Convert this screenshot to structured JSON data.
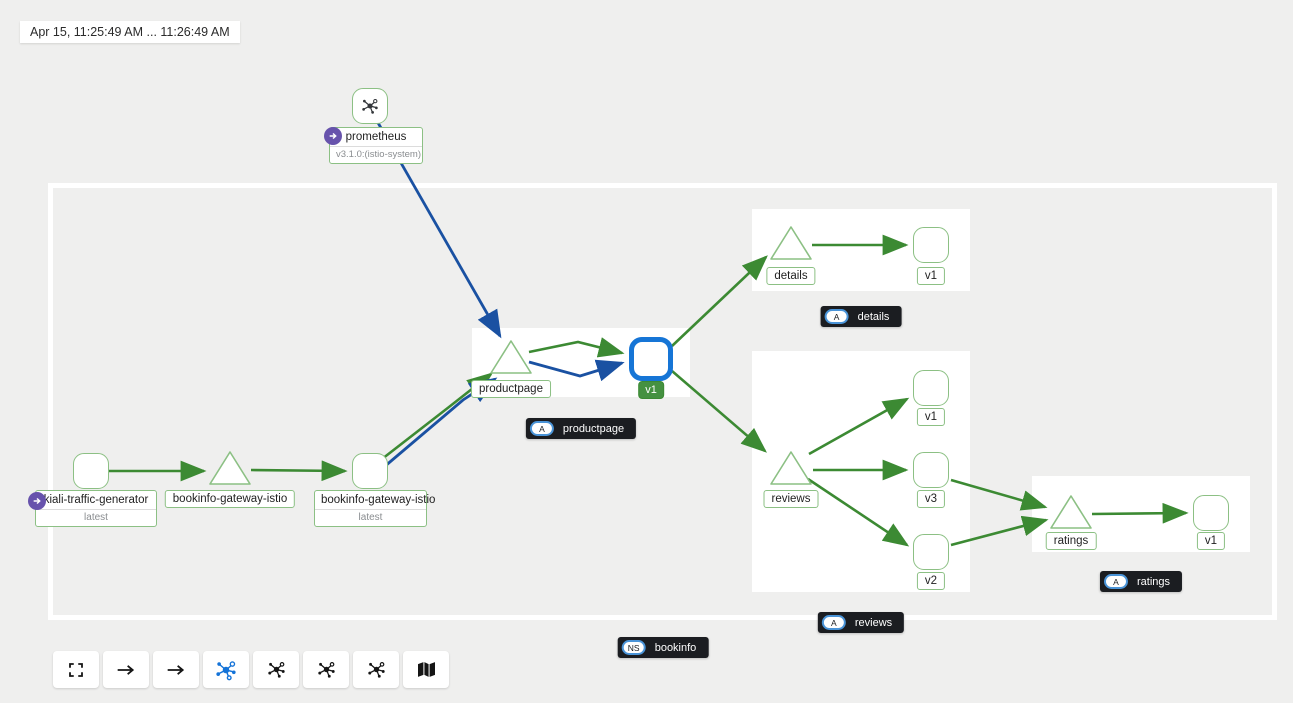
{
  "timebar": {
    "range": "Apr 15, 11:25:49 AM ... 11:26:49 AM"
  },
  "colors": {
    "background": "#efefee",
    "group_box": "#ffffff",
    "namespace_border": "#ffffff",
    "http_edge_green": "#3c8a33",
    "tcp_edge_blue": "#1a51a2",
    "node_border_green": "#8cc084",
    "selected_node_blue": "#1675d6",
    "version_label_green": "#459141",
    "root_badge_purple": "#6753ac",
    "dark_badge_bg": "#1b1d21",
    "active_toolbar_blue": "#1473d8"
  },
  "nodes": {
    "prometheus": {
      "label": "prometheus",
      "version": "v3.1.0:(istio-system)"
    },
    "kiali_traffic_generator": {
      "label": "kiali-traffic-generator",
      "version": "latest"
    },
    "gateway_service": {
      "label": "bookinfo-gateway-istio"
    },
    "gateway_workload": {
      "label": "bookinfo-gateway-istio",
      "version": "latest"
    },
    "productpage": {
      "label": "productpage",
      "version": "v1"
    },
    "details": {
      "label": "details",
      "version": "v1"
    },
    "reviews": {
      "label": "reviews",
      "versions": [
        "v1",
        "v3",
        "v2"
      ]
    },
    "ratings": {
      "label": "ratings",
      "version": "v1"
    }
  },
  "badges": {
    "details": {
      "prefix": "A",
      "label": "details"
    },
    "productpage": {
      "prefix": "A",
      "label": "productpage"
    },
    "reviews": {
      "prefix": "A",
      "label": "reviews"
    },
    "ratings": {
      "prefix": "A",
      "label": "ratings"
    },
    "namespace": {
      "prefix": "NS",
      "label": "bookinfo"
    }
  },
  "edges": [
    {
      "from": "kiali-traffic-generator",
      "to": "bookinfo-gateway-istio service",
      "protocol": "http"
    },
    {
      "from": "bookinfo-gateway-istio service",
      "to": "bookinfo-gateway-istio workload",
      "protocol": "http"
    },
    {
      "from": "bookinfo-gateway-istio workload",
      "to": "productpage app",
      "protocol": "http"
    },
    {
      "from": "bookinfo-gateway-istio workload",
      "to": "productpage app",
      "protocol": "tcp"
    },
    {
      "from": "prometheus",
      "to": "productpage app",
      "protocol": "tcp"
    },
    {
      "from": "productpage app",
      "to": "productpage v1",
      "protocol": "http"
    },
    {
      "from": "productpage app",
      "to": "productpage v1",
      "protocol": "tcp"
    },
    {
      "from": "productpage v1",
      "to": "details app",
      "protocol": "http"
    },
    {
      "from": "productpage v1",
      "to": "reviews app",
      "protocol": "http"
    },
    {
      "from": "details app",
      "to": "details v1",
      "protocol": "http"
    },
    {
      "from": "reviews app",
      "to": "reviews v1",
      "protocol": "http"
    },
    {
      "from": "reviews app",
      "to": "reviews v3",
      "protocol": "http"
    },
    {
      "from": "reviews app",
      "to": "reviews v2",
      "protocol": "http"
    },
    {
      "from": "reviews v3",
      "to": "ratings app",
      "protocol": "http"
    },
    {
      "from": "reviews v2",
      "to": "ratings app",
      "protocol": "http"
    },
    {
      "from": "ratings app",
      "to": "ratings v1",
      "protocol": "http"
    }
  ],
  "toolbar": {
    "buttons": [
      {
        "icon": "expand"
      },
      {
        "icon": "arrow-right"
      },
      {
        "icon": "arrow-right"
      },
      {
        "icon": "topology",
        "active": true
      },
      {
        "icon": "topology"
      },
      {
        "icon": "topology"
      },
      {
        "icon": "topology"
      },
      {
        "icon": "map"
      }
    ]
  }
}
